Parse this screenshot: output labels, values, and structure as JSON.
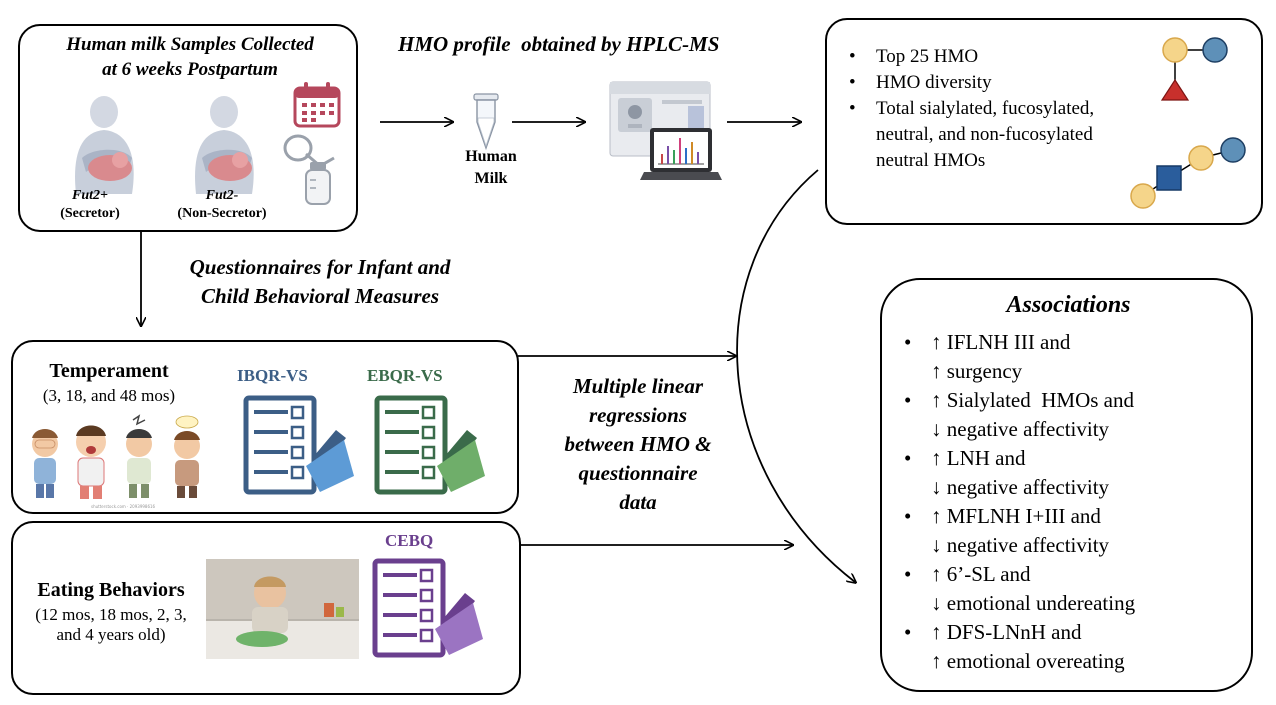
{
  "samples": {
    "title_line1": "Human milk Samples Collected",
    "title_line2": "at 6 weeks Postpartum",
    "secretor_gene": "Fut2+",
    "secretor_label": "(Secretor)",
    "nonsecretor_gene": "Fut2-",
    "nonsecretor_label": "(Non-Secretor)"
  },
  "hmo_profile": {
    "title": "HMO profile  obtained by HPLC-MS",
    "milk_label_line1": "Human",
    "milk_label_line2": "Milk"
  },
  "hmo_outcomes": {
    "items": [
      "Top 25 HMO",
      "HMO diversity",
      "Total sialylated, fucosylated, neutral, and non-fucosylated neutral HMOs"
    ]
  },
  "questionnaires": {
    "line1": "Questionnaires for Infant and",
    "line2": "Child Behavioral Measures"
  },
  "temperament": {
    "title": "Temperament",
    "ages": "(3, 18, and 48 mos)",
    "tool1": "IBQR-VS",
    "tool2": "EBQR-VS",
    "watermark": "shutterstock.com · 2093998616"
  },
  "eating": {
    "title": "Eating Behaviors",
    "ages_line1": "(12 mos, 18 mos, 2, 3,",
    "ages_line2": "and 4 years old)",
    "tool": "CEBQ"
  },
  "regression": {
    "line1": "Multiple linear",
    "line2": "regressions",
    "line3": "between HMO &",
    "line4": "questionnaire",
    "line5": "data"
  },
  "associations": {
    "title": "Associations",
    "items": [
      {
        "line1": "↑ IFLNH III and",
        "line2": "↑ surgency"
      },
      {
        "line1": "↑ Sialylated  HMOs and",
        "line2": "↓ negative affectivity"
      },
      {
        "line1": "↑ LNH and",
        "line2": "↓ negative affectivity"
      },
      {
        "line1": "↑ MFLNH I+III and",
        "line2": "↓ negative affectivity"
      },
      {
        "line1": "↑ 6’-SL and",
        "line2": "↓ emotional undereating"
      },
      {
        "line1": "↑ DFS-LNnH and",
        "line2": "↑ emotional overeating"
      }
    ]
  },
  "colors": {
    "ibqr": "#3c5e86",
    "ebqr": "#3a6b4a",
    "cebq": "#6a3f8e",
    "calendar": "#b5475c",
    "galactose": "#f5d58a",
    "glcnac": "#2a5d9c",
    "neu5ac_circle": "#5e90b8",
    "fucose": "#c8302c",
    "figure_gray": "#c8cfdb"
  }
}
